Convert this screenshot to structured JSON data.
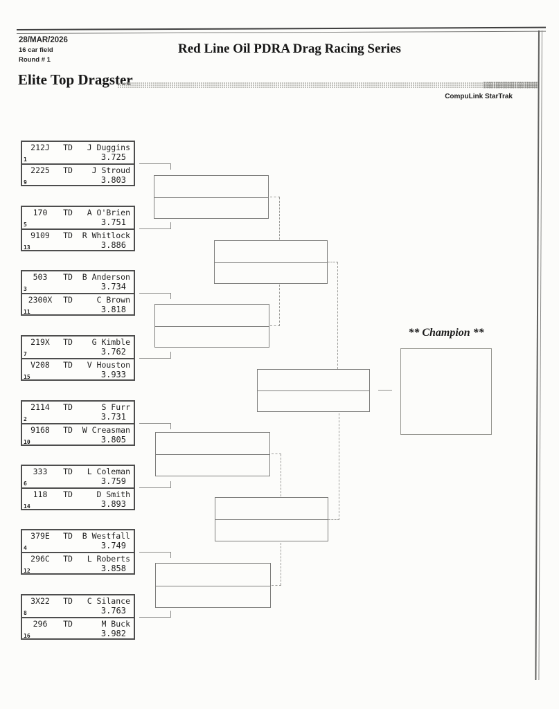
{
  "page": {
    "date": "28/MAR/2026",
    "field_size": "16 car field",
    "round": "Round # 1",
    "title": "Red Line Oil PDRA Drag Racing Series",
    "class_title": "Elite Top Dragster",
    "timing_brand": "CompuLink StarTrak",
    "champion_label": "** Champion **"
  },
  "colors": {
    "paper": "#fcfcfa",
    "ink": "#1e1e1e",
    "pair_border": "#4d4d4d",
    "round_border": "#7c7c7a",
    "dash_line": "#9b9b98"
  },
  "bracket": {
    "pairs": [
      {
        "entries": [
          {
            "car": "212J",
            "cls": "TD",
            "driver": "J Duggins",
            "seed": "1",
            "time": "3.725"
          },
          {
            "car": "2225",
            "cls": "TD",
            "driver": "J Stroud",
            "seed": "9",
            "time": "3.803"
          }
        ]
      },
      {
        "entries": [
          {
            "car": "170",
            "cls": "TD",
            "driver": "A O'Brien",
            "seed": "5",
            "time": "3.751"
          },
          {
            "car": "9109",
            "cls": "TD",
            "driver": "R Whitlock",
            "seed": "13",
            "time": "3.886"
          }
        ]
      },
      {
        "entries": [
          {
            "car": "503",
            "cls": "TD",
            "driver": "B Anderson",
            "seed": "3",
            "time": "3.734"
          },
          {
            "car": "2300X",
            "cls": "TD",
            "driver": "C Brown",
            "seed": "11",
            "time": "3.818"
          }
        ]
      },
      {
        "entries": [
          {
            "car": "219X",
            "cls": "TD",
            "driver": "G Kimble",
            "seed": "7",
            "time": "3.762"
          },
          {
            "car": "V208",
            "cls": "TD",
            "driver": "V Houston",
            "seed": "15",
            "time": "3.933"
          }
        ]
      },
      {
        "entries": [
          {
            "car": "2114",
            "cls": "TD",
            "driver": "S Furr",
            "seed": "2",
            "time": "3.731"
          },
          {
            "car": "9168",
            "cls": "TD",
            "driver": "W Creasman",
            "seed": "10",
            "time": "3.805"
          }
        ]
      },
      {
        "entries": [
          {
            "car": "333",
            "cls": "TD",
            "driver": "L Coleman",
            "seed": "6",
            "time": "3.759"
          },
          {
            "car": "118",
            "cls": "TD",
            "driver": "D Smith",
            "seed": "14",
            "time": "3.893"
          }
        ]
      },
      {
        "entries": [
          {
            "car": "379E",
            "cls": "TD",
            "driver": "B Westfall",
            "seed": "4",
            "time": "3.749"
          },
          {
            "car": "296C",
            "cls": "TD",
            "driver": "L Roberts",
            "seed": "12",
            "time": "3.858"
          }
        ]
      },
      {
        "entries": [
          {
            "car": "3X22",
            "cls": "TD",
            "driver": "C Silance",
            "seed": "8",
            "time": "3.763"
          },
          {
            "car": "296",
            "cls": "TD",
            "driver": "M Buck",
            "seed": "16",
            "time": "3.982"
          }
        ]
      }
    ]
  }
}
